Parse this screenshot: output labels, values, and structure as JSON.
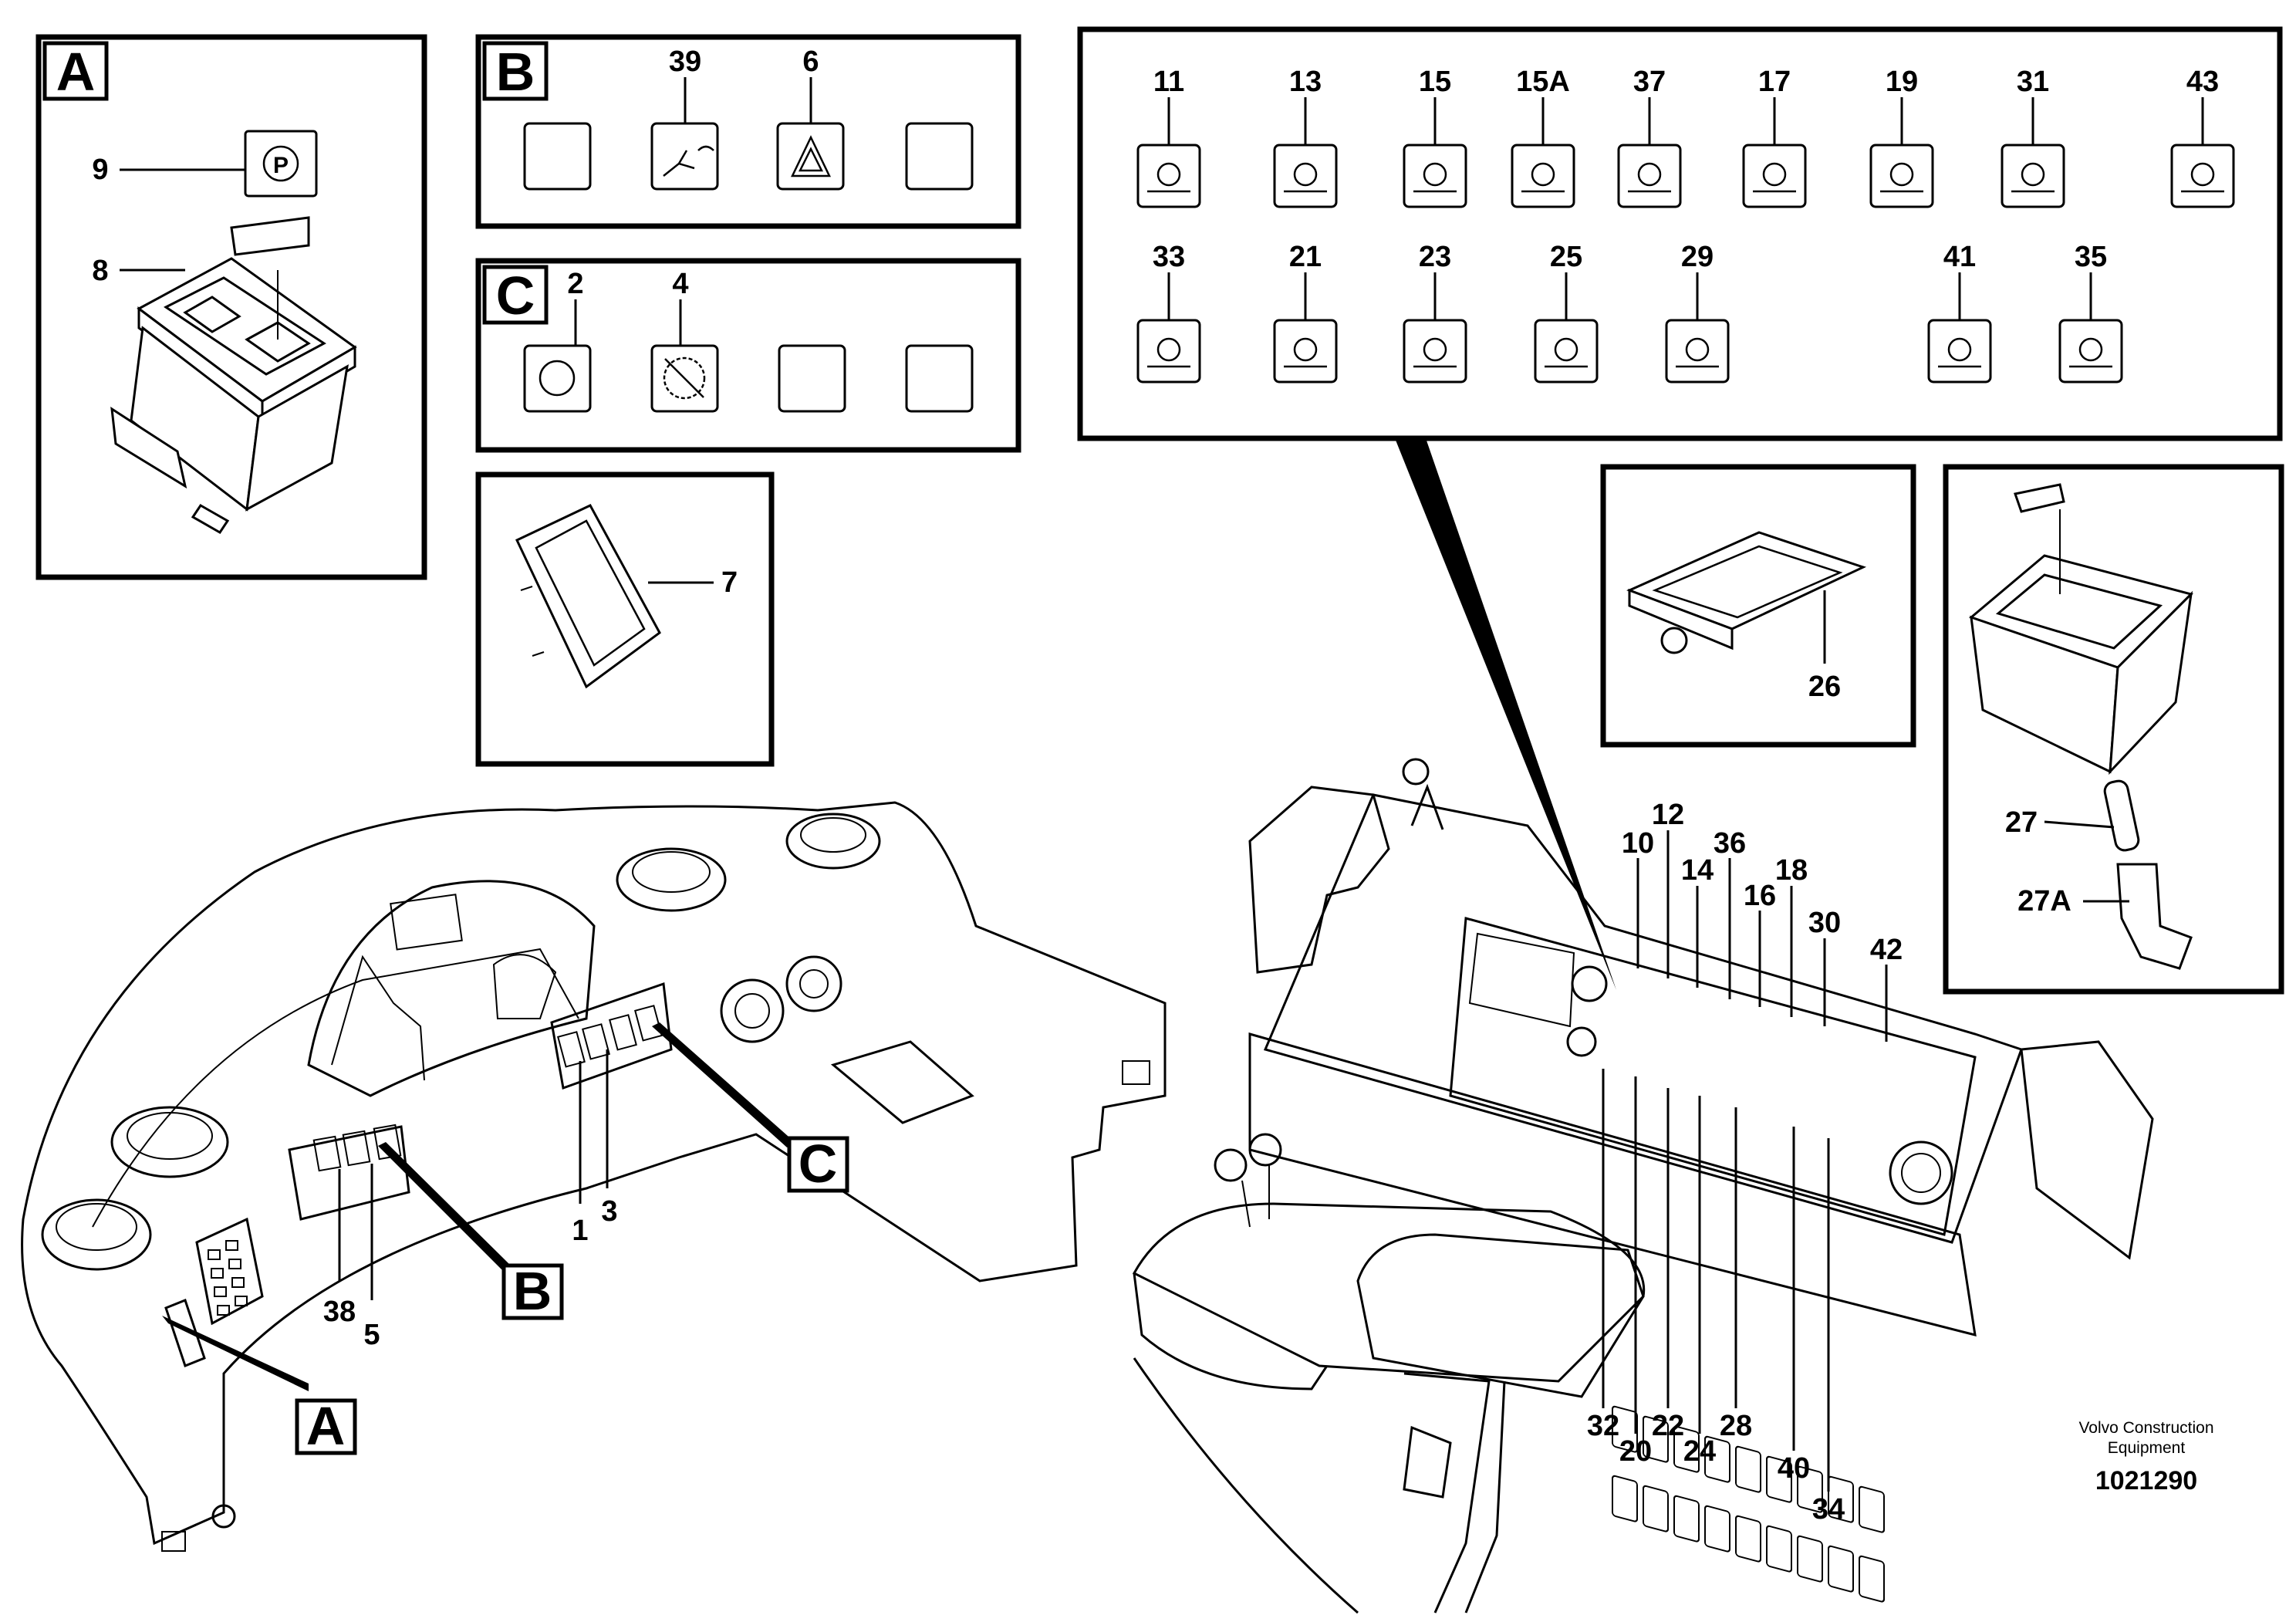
{
  "panels": {
    "A": {
      "letter": "A",
      "callouts": [
        "9",
        "8"
      ]
    },
    "B": {
      "letter": "B",
      "callouts": [
        "39",
        "6"
      ]
    },
    "C": {
      "letter": "C",
      "callouts": [
        "2",
        "4"
      ]
    },
    "display": {
      "callout": "7"
    },
    "icons": {
      "row1": [
        "11",
        "13",
        "15",
        "15A",
        "37",
        "17",
        "19",
        "31",
        "43"
      ],
      "row2": [
        "33",
        "21",
        "23",
        "25",
        "29",
        "41",
        "35"
      ]
    },
    "switch_face": {
      "callout": "26"
    },
    "switch_bulb": {
      "callouts": [
        "27",
        "27A"
      ]
    }
  },
  "dashboard": {
    "callouts": [
      "1",
      "3",
      "38",
      "5"
    ],
    "pointers": [
      "A",
      "B",
      "C"
    ]
  },
  "right_panel": {
    "top_callouts": [
      "10",
      "12",
      "14",
      "36",
      "16",
      "18",
      "30",
      "42"
    ],
    "bottom_callouts": [
      "32",
      "20",
      "22",
      "24",
      "28",
      "40",
      "34"
    ]
  },
  "footer": {
    "brand_line1": "Volvo Construction",
    "brand_line2": "Equipment",
    "doc_number": "1021290"
  }
}
